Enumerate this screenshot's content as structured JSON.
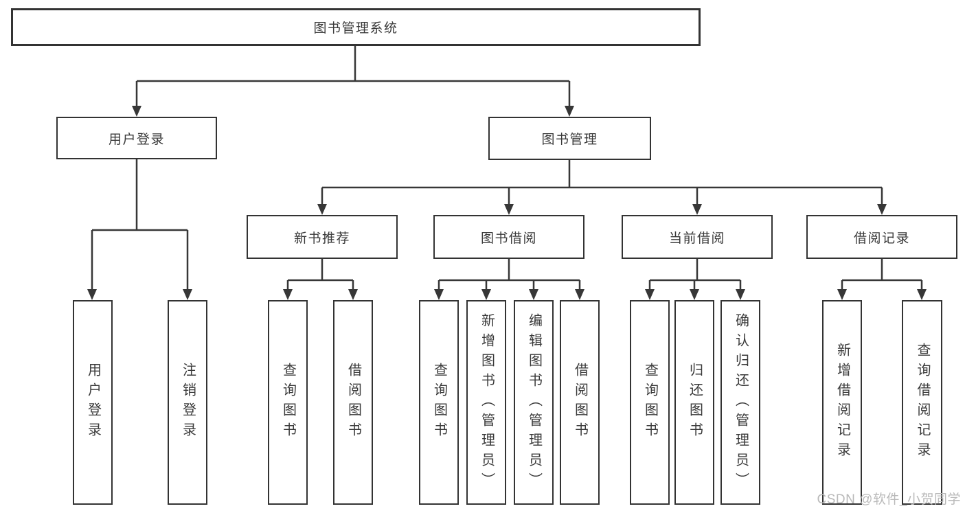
{
  "diagram": {
    "title": "图书管理系统",
    "level2": [
      "用户登录",
      "图书管理"
    ],
    "level3": [
      "新书推荐",
      "图书借阅",
      "当前借阅",
      "借阅记录"
    ],
    "leaves": [
      "用户登录",
      "注销登录",
      "查询图书",
      "借阅图书",
      "查询图书",
      "新增图书（管理员）",
      "编辑图书（管理员）",
      "借阅图书",
      "查询图书",
      "归还图书",
      "确认归还（管理员）",
      "新增借阅记录",
      "查询借阅记录"
    ],
    "watermark": "CSDN @软件_小贺同学",
    "colors": {
      "line": "#373737",
      "border": "#333333",
      "text": "#3a3a3a",
      "watermark": "#b9b9b9",
      "background": "#ffffff"
    }
  }
}
